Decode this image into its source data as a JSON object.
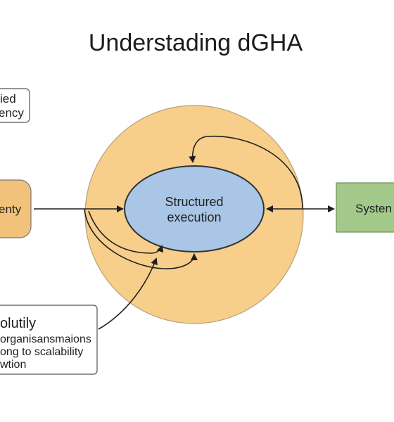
{
  "title": "Understading dGHA",
  "nodes": {
    "top_left_box": {
      "lines": [
        "ied",
        "ency"
      ],
      "fill": "#ffffff"
    },
    "left_box": {
      "label": "enty",
      "fill": "#f2c27a"
    },
    "outer_circle": {
      "fill": "#f7cf8b"
    },
    "center_ellipse": {
      "lines": [
        "Structured",
        "execution"
      ],
      "fill": "#a9c6e6"
    },
    "right_box": {
      "label": "Systen",
      "fill": "#a3c98a"
    },
    "bottom_left_box": {
      "title": "olutily",
      "lines": [
        "organisansmaions",
        "ong to scalability",
        "wtion"
      ],
      "fill": "#ffffff"
    }
  },
  "colors": {
    "stroke": "#333333",
    "arrow": "#1f1f1f"
  }
}
